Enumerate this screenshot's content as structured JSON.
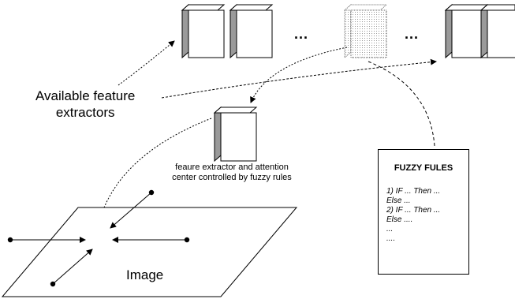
{
  "labels": {
    "available_line1": "Available feature",
    "available_line2": "extractors",
    "extractor_caption_line1": "feaure extractor and attention",
    "extractor_caption_line2": "center controlled by fuzzy rules",
    "ellipsis_left": "...",
    "ellipsis_right": "...",
    "image": "Image"
  },
  "fuzzy_rules": {
    "title": "FUZZY FULES",
    "lines": [
      "1) IF ... Then ...",
      "Else ...",
      "2) IF ... Then ...",
      "Else ....",
      "...",
      "...."
    ]
  }
}
